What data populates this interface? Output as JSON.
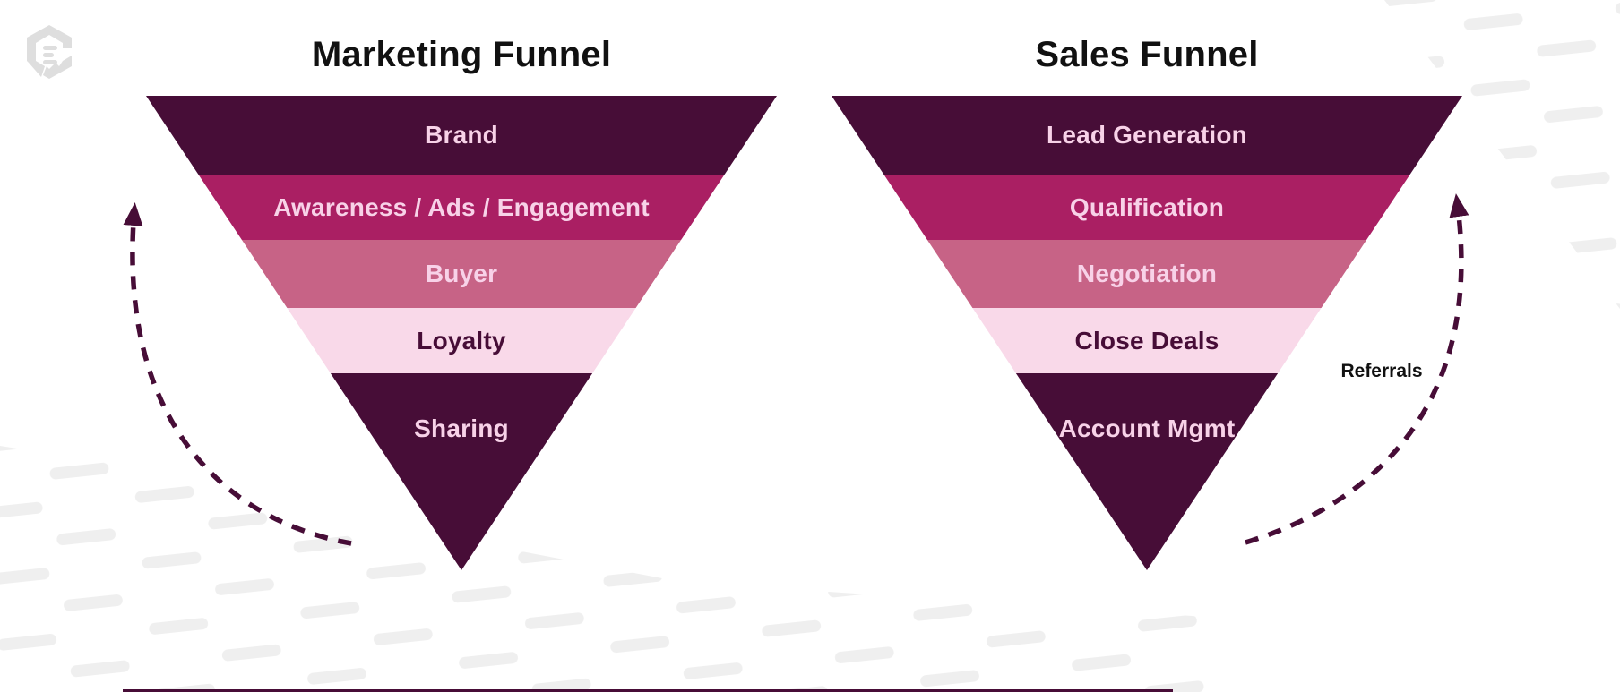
{
  "funnels": [
    {
      "title": "Marketing Funnel",
      "layers": [
        {
          "label": "Brand",
          "color": "#470D37",
          "text_color": "#F8D2E8"
        },
        {
          "label": "Awareness / Ads / Engagement",
          "color": "#AA1F63",
          "text_color": "#F8D2E8"
        },
        {
          "label": "Buyer",
          "color": "#C76386",
          "text_color": "#F8D2E8"
        },
        {
          "label": "Loyalty",
          "color": "#F9D9E9",
          "text_color": "#470D37"
        },
        {
          "label": "Sharing",
          "color": "#470D37",
          "text_color": "#F8D2E8"
        }
      ]
    },
    {
      "title": "Sales Funnel",
      "layers": [
        {
          "label": "Lead Generation",
          "color": "#470D37",
          "text_color": "#F8D2E8"
        },
        {
          "label": "Qualification",
          "color": "#AA1F63",
          "text_color": "#F8D2E8"
        },
        {
          "label": "Negotiation",
          "color": "#C76386",
          "text_color": "#F8D2E8"
        },
        {
          "label": "Close Deals",
          "color": "#F9D9E9",
          "text_color": "#470D37"
        },
        {
          "label": "Account Mgmt",
          "color": "#470D37",
          "text_color": "#F8D2E8"
        }
      ],
      "annotation": "Referrals"
    }
  ],
  "decor": {
    "arrow_color": "#470D37",
    "dash_pattern_color": "#EFEFEF",
    "logo_color": "#DEDEDE",
    "bottom_bar_color": "#470D37",
    "logo_icon": "chat-hexagon-logo",
    "left_arrow_icon": "dashed-curved-arrow-up",
    "right_arrow_icon": "dashed-curved-arrow-up"
  }
}
